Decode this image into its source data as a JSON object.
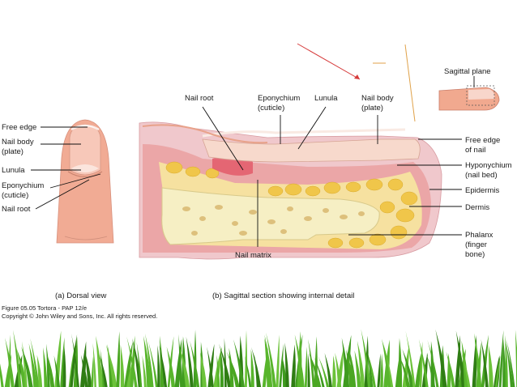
{
  "dorsal_labels": {
    "free_edge": "Free edge",
    "nail_body_1": "Nail body",
    "nail_body_2": "(plate)",
    "lunula": "Lunula",
    "eponychium_1": "Eponychium",
    "eponychium_2": "(cuticle)",
    "nail_root": "Nail root"
  },
  "section_labels": {
    "nail_root": "Nail root",
    "eponychium_1": "Eponychium",
    "eponychium_2": "(cuticle)",
    "lunula": "Lunula",
    "nail_body_1": "Nail body",
    "nail_body_2": "(plate)",
    "free_edge_1": "Free edge",
    "free_edge_2": "of nail",
    "hyponychium_1": "Hyponychium",
    "hyponychium_2": "(nail bed)",
    "epidermis": "Epidermis",
    "dermis": "Dermis",
    "phalanx_1": "Phalanx",
    "phalanx_2": "(finger",
    "phalanx_3": "bone)",
    "nail_matrix": "Nail matrix"
  },
  "inset": {
    "label": "Sagittal plane"
  },
  "captions": {
    "a": "(a) Dorsal view",
    "b": "(b) Sagittal section showing internal detail"
  },
  "credit": {
    "line1": "Figure 05.05  Tortora - PAP 12/e",
    "line2": "Copyright © John Wiley and Sons, Inc. All rights reserved."
  },
  "colors": {
    "skin": "#f2b9a4",
    "nail": "#f6d2c4",
    "dermis": "#e98a8a",
    "bone": "#f3ecbd",
    "fat": "#f2d36e",
    "grass": "#3f9b1f",
    "arrow_red": "#d63a3a",
    "arrow_orange": "#e0a24a"
  }
}
